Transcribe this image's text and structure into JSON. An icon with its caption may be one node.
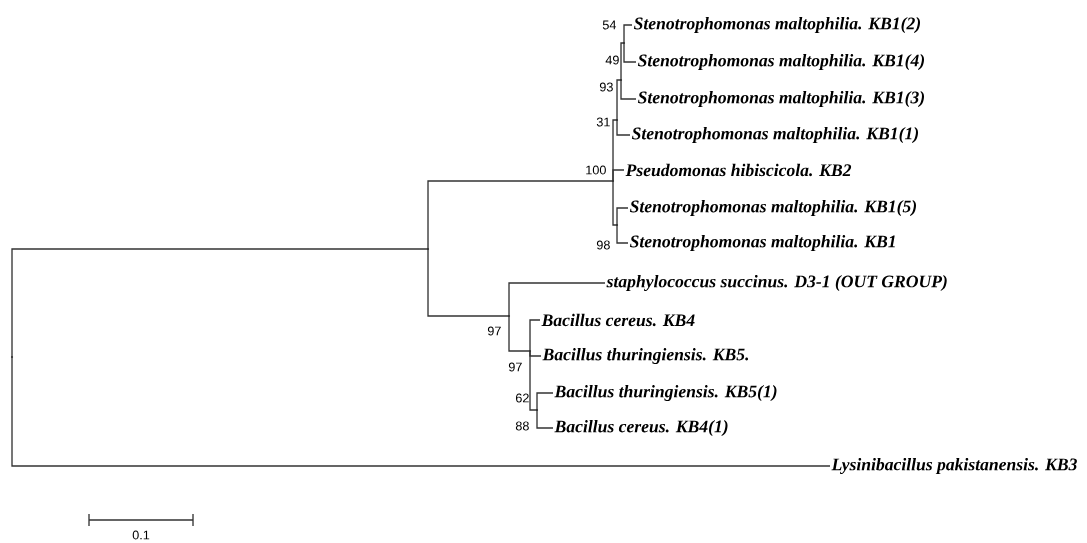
{
  "diagram": {
    "nodes": [
      {
        "text": [
          "Stenotrophomonas maltophilia. KB1(2)"
        ]
      },
      {
        "text": [
          "Stenotrophomonas maltophilia. KB1(4)"
        ]
      },
      {
        "text": [
          "Stenotrophomonas maltophilia. KB1(3)"
        ]
      },
      {
        "text": [
          "Stenotrophomonas maltophilia. KB1(1)"
        ]
      },
      {
        "text": [
          "Pseudomonas hibiscicola. KB2"
        ]
      },
      {
        "text": [
          "Stenotrophomonas maltophilia. KB1(5)"
        ]
      },
      {
        "text": [
          "Stenotrophomonas maltophilia. KB1"
        ]
      },
      {
        "text": [
          "staphylococcus succinus. D3-1 (OUT GROUP)"
        ]
      },
      {
        "text": [
          "Bacillus cereus. KB4"
        ]
      },
      {
        "text": [
          "Bacillus thuringiensis. KB5."
        ]
      },
      {
        "text": [
          "Bacillus thuringiensis. KB5(1)"
        ]
      },
      {
        "text": [
          "Bacillus cereus. KB4(1)"
        ]
      },
      {
        "text": [
          "Lysinibacillus pakistanensis. KB3"
        ]
      },
      {
        "text": [],
        "shape": "point"
      },
      {
        "text": [],
        "shape": "point"
      },
      {
        "text": [],
        "shape": "point",
        "beside": [
          "100"
        ]
      },
      {
        "text": [],
        "shape": "point",
        "beside": [
          "31"
        ]
      },
      {
        "text": [],
        "shape": "point",
        "beside": [
          "93"
        ]
      },
      {
        "text": [],
        "shape": "point",
        "beside": [
          "54",
          "49"
        ]
      },
      {
        "text": [],
        "shape": "point",
        "beside": [
          "97"
        ]
      },
      {
        "text": [],
        "shape": "point",
        "beside": [
          "98"
        ]
      },
      {
        "text": [],
        "shape": "point",
        "beside": [
          "97"
        ]
      },
      {
        "text": [],
        "shape": "point",
        "beside": [
          "62",
          "88"
        ]
      }
    ],
    "edges": [
      {
        "from": 13,
        "to": 14,
        "arrow": "none"
      },
      {
        "from": 13,
        "to": 12,
        "arrow": "none"
      },
      {
        "from": 14,
        "to": 15,
        "arrow": "none"
      },
      {
        "from": 14,
        "to": 19,
        "arrow": "none"
      },
      {
        "from": 15,
        "to": 16,
        "arrow": "none"
      },
      {
        "from": 15,
        "to": 4,
        "arrow": "none"
      },
      {
        "from": 15,
        "to": 20,
        "arrow": "none"
      },
      {
        "from": 16,
        "to": 17,
        "arrow": "none"
      },
      {
        "from": 16,
        "to": 3,
        "arrow": "none"
      },
      {
        "from": 17,
        "to": 18,
        "arrow": "none"
      },
      {
        "from": 17,
        "to": 2,
        "arrow": "none"
      },
      {
        "from": 18,
        "to": 0,
        "arrow": "none"
      },
      {
        "from": 18,
        "to": 1,
        "arrow": "none"
      },
      {
        "from": 20,
        "to": 5,
        "arrow": "none"
      },
      {
        "from": 20,
        "to": 6,
        "arrow": "none"
      },
      {
        "from": 19,
        "to": 7,
        "arrow": "none"
      },
      {
        "from": 19,
        "to": 21,
        "arrow": "none"
      },
      {
        "from": 21,
        "to": 8,
        "arrow": "none"
      },
      {
        "from": 21,
        "to": 9,
        "arrow": "none"
      },
      {
        "from": 21,
        "to": 22,
        "arrow": "none"
      },
      {
        "from": 22,
        "to": 10,
        "arrow": "none"
      },
      {
        "from": 22,
        "to": 11,
        "arrow": "none"
      }
    ],
    "labels": [
      "0.1"
    ]
  }
}
